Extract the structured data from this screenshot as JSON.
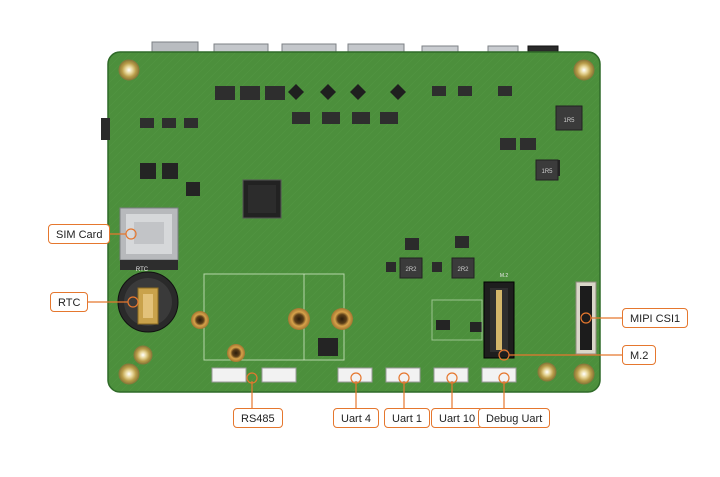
{
  "colors": {
    "background": "#ffffff",
    "pcb": "#4c8f3c",
    "pcb_dark": "#3e7c32",
    "callout_border": "#e5772e",
    "callout_text": "#222222"
  },
  "callouts": {
    "sim_card": "SIM Card",
    "rtc": "RTC",
    "rs485": "RS485",
    "uart4": "Uart 4",
    "uart1": "Uart 1",
    "uart10": "Uart 10",
    "debug_uart": "Debug Uart",
    "mipi_csi1": "MIPI CSI1",
    "m2": "M.2"
  },
  "board_print": {
    "rtc_label": "RTC",
    "m2_label": "M.2",
    "inductor_top": "1R5",
    "inductor_mid": "1R5",
    "inductor_a": "2R2",
    "inductor_b": "2R2"
  }
}
